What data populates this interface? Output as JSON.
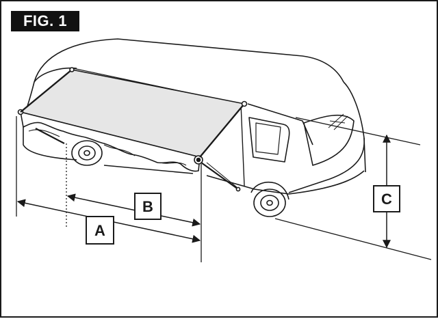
{
  "figure": {
    "tag": "FIG. 1"
  },
  "dimensions": {
    "a": "A",
    "b": "B",
    "c": "C"
  },
  "colors": {
    "ink": "#1a1a1a",
    "awning": "#e6e6e6",
    "tag_bg": "#111111"
  }
}
